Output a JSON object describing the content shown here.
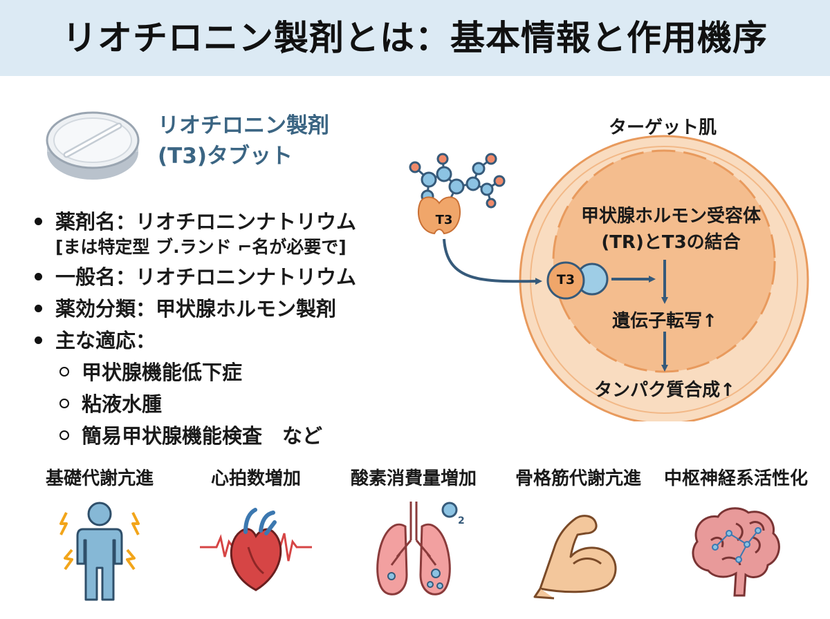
{
  "header": {
    "title": "リオチロニン製剤とは：基本情報と作用機序"
  },
  "drug": {
    "name_line1": "リオチロニン製剤",
    "name_line2": "(T3)タブット",
    "icon": "tablet-icon"
  },
  "info": {
    "brand_label": "薬剤名：リオチロニンナトリウム",
    "brand_note": "[まは特定型 ブ.ランド ⌐名が必要で]",
    "generic_label": "一般名：リオチロニンナトリウム",
    "class_label": "薬効分類：甲状腺ホルモン製剤",
    "indications_label": "主な適応：",
    "indications": [
      "甲状腺機能低下症",
      "粘液水腫",
      "簡易甲状腺機能検査　など"
    ]
  },
  "mechanism": {
    "cell_title": "ターゲット肌",
    "t3_badge": "T3",
    "t3_complex": "T3",
    "receptor_line1": "甲状腺ホルモン受容体",
    "receptor_line2": "(TR)とT3の結合",
    "transcription": "遺伝子転写↑",
    "protein": "タンパク質合成↑",
    "colors": {
      "cell_outer": "#f9dcc0",
      "cell_inner": "#f4bd8e",
      "arrow": "#365a7a",
      "t3": "#f0a66a",
      "receptor": "#9ecde6"
    }
  },
  "effects": [
    {
      "label": "基礎代謝亢進",
      "icon": "energized-person-icon"
    },
    {
      "label": "心拍数増加",
      "icon": "heart-icon"
    },
    {
      "label": "酸素消費量増加",
      "icon": "lungs-icon",
      "o2_label": "O",
      "o2_sub": "2"
    },
    {
      "label": "骨格筋代謝亢進",
      "icon": "flexed-arm-icon"
    },
    {
      "label": "中枢神経系活性化",
      "icon": "brain-icon"
    }
  ]
}
